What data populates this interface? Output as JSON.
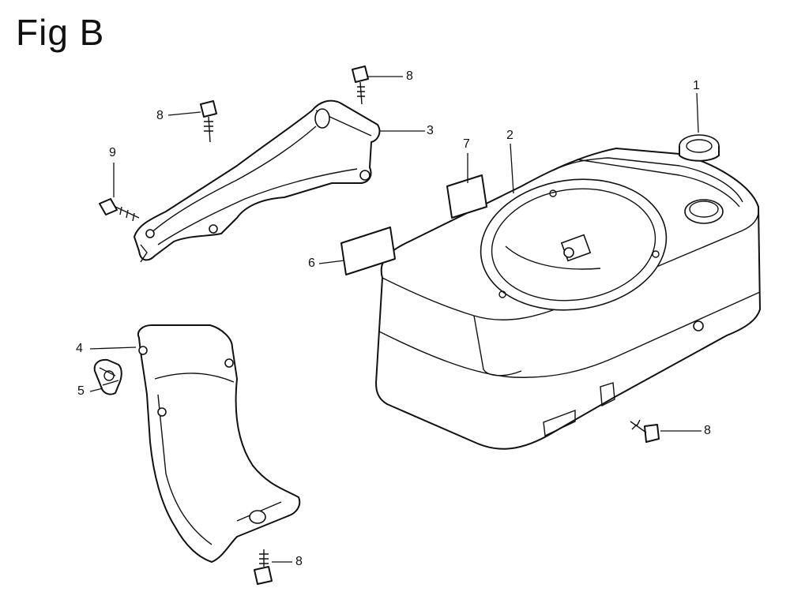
{
  "figure": {
    "title": "Fig B"
  },
  "callouts": [
    {
      "id": "c1",
      "label": "1"
    },
    {
      "id": "c2",
      "label": "2"
    },
    {
      "id": "c3",
      "label": "3"
    },
    {
      "id": "c4",
      "label": "4"
    },
    {
      "id": "c5",
      "label": "5"
    },
    {
      "id": "c6",
      "label": "6"
    },
    {
      "id": "c7",
      "label": "7"
    },
    {
      "id": "c8a",
      "label": "8"
    },
    {
      "id": "c8b",
      "label": "8"
    },
    {
      "id": "c8c",
      "label": "8"
    },
    {
      "id": "c8d",
      "label": "8"
    },
    {
      "id": "c9",
      "label": "9"
    }
  ]
}
